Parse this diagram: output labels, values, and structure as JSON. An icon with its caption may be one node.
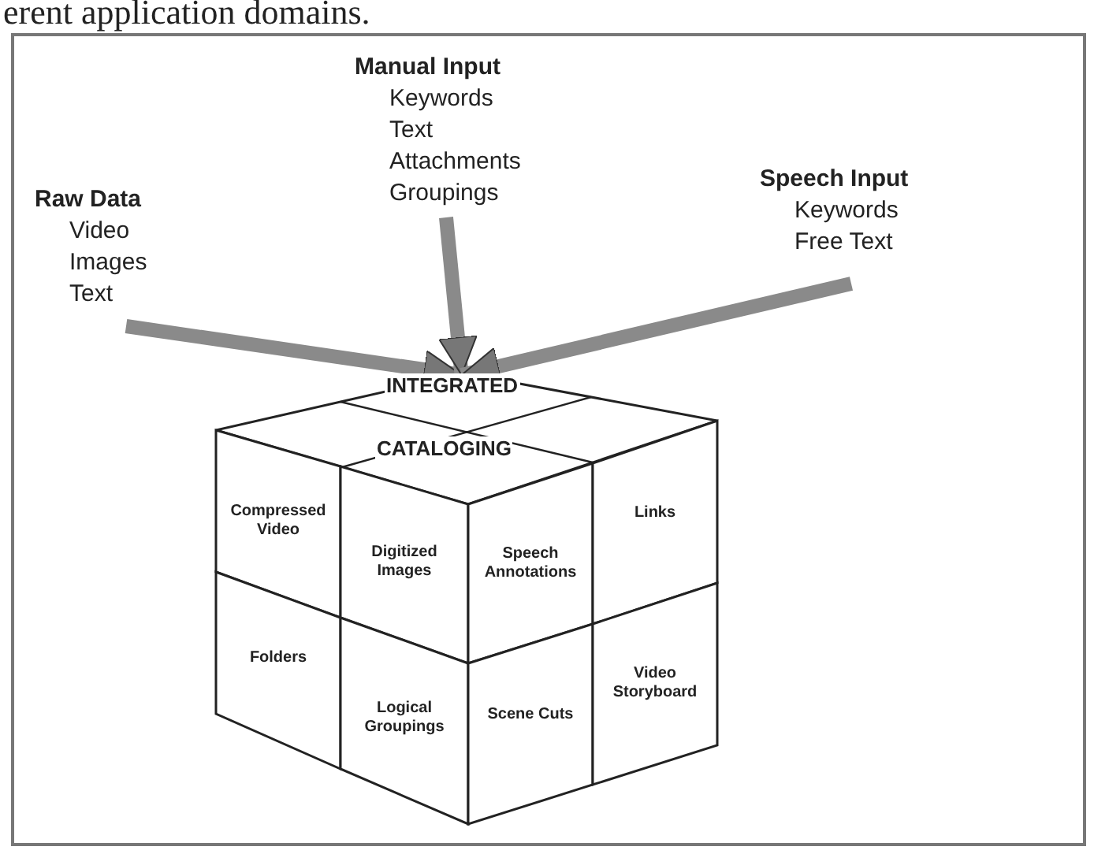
{
  "diagram": {
    "nodes": [
      {
        "text": [
          "Manual Input",
          "Keywords",
          "Text",
          "Attachments",
          "Groupings"
        ]
      },
      {
        "text": [
          "Raw Data",
          "Video",
          "Images",
          "Text"
        ]
      },
      {
        "text": [
          "Speech Input",
          "Keywords",
          "Free Text"
        ]
      },
      {
        "text": [
          "INTEGRATED",
          "CATALOGING"
        ]
      },
      {
        "text": [
          "Compressed Video"
        ]
      },
      {
        "text": [
          "Digitized Images"
        ]
      },
      {
        "text": [
          "Folders"
        ]
      },
      {
        "text": [
          "Logical Groupings"
        ]
      },
      {
        "text": [
          "Speech Annotations"
        ]
      },
      {
        "text": [
          "Links"
        ]
      },
      {
        "text": [
          "Scene Cuts"
        ]
      },
      {
        "text": [
          "Video Storyboard"
        ]
      }
    ],
    "edges": [
      {
        "from": 1,
        "to": 3,
        "arrow": "to"
      },
      {
        "from": 0,
        "to": 3,
        "arrow": "to"
      },
      {
        "from": 2,
        "to": 3,
        "arrow": "to"
      }
    ],
    "labels": [
      "erent application domains."
    ]
  }
}
